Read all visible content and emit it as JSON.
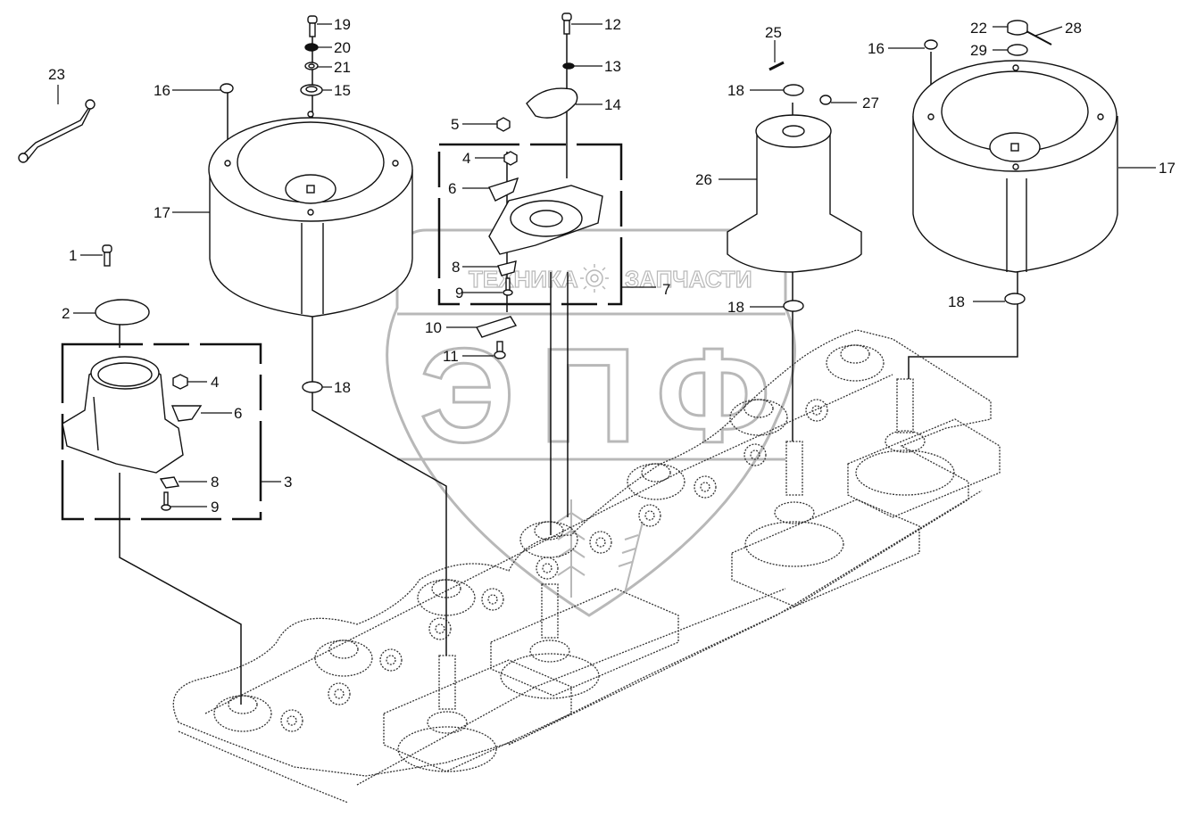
{
  "diagram": {
    "title": "Exploded parts view — disc mower cutter bar",
    "colors": {
      "line": "#111111",
      "dotted": "#333333",
      "watermark": "#b5b5b5",
      "background": "#ffffff"
    },
    "watermark": {
      "top_left": "ТЕХНИКА",
      "top_right": "ЗАПЧАСТИ",
      "big_letters": [
        "Э",
        "П",
        "Ф"
      ],
      "center_icon": "gear-icon"
    },
    "callouts": [
      {
        "id": "c23",
        "label": "23"
      },
      {
        "id": "c19",
        "label": "19"
      },
      {
        "id": "c20",
        "label": "20"
      },
      {
        "id": "c21",
        "label": "21"
      },
      {
        "id": "c16a",
        "label": "16"
      },
      {
        "id": "c15",
        "label": "15"
      },
      {
        "id": "c17a",
        "label": "17"
      },
      {
        "id": "c1",
        "label": "1"
      },
      {
        "id": "c2",
        "label": "2"
      },
      {
        "id": "c4a",
        "label": "4"
      },
      {
        "id": "c6a",
        "label": "6"
      },
      {
        "id": "c8a",
        "label": "8"
      },
      {
        "id": "c9a",
        "label": "9"
      },
      {
        "id": "c3",
        "label": "3"
      },
      {
        "id": "c18a",
        "label": "18"
      },
      {
        "id": "c12",
        "label": "12"
      },
      {
        "id": "c13",
        "label": "13"
      },
      {
        "id": "c14",
        "label": "14"
      },
      {
        "id": "c5",
        "label": "5"
      },
      {
        "id": "c4b",
        "label": "4"
      },
      {
        "id": "c6b",
        "label": "6"
      },
      {
        "id": "c8b",
        "label": "8"
      },
      {
        "id": "c9b",
        "label": "9"
      },
      {
        "id": "c7",
        "label": "7"
      },
      {
        "id": "c10",
        "label": "10"
      },
      {
        "id": "c11",
        "label": "11"
      },
      {
        "id": "c25",
        "label": "25"
      },
      {
        "id": "c18b",
        "label": "18"
      },
      {
        "id": "c27",
        "label": "27"
      },
      {
        "id": "c26",
        "label": "26"
      },
      {
        "id": "c18c",
        "label": "18"
      },
      {
        "id": "c22",
        "label": "22"
      },
      {
        "id": "c28",
        "label": "28"
      },
      {
        "id": "c16b",
        "label": "16"
      },
      {
        "id": "c29",
        "label": "29"
      },
      {
        "id": "c17b",
        "label": "17"
      },
      {
        "id": "c18d",
        "label": "18"
      }
    ]
  }
}
